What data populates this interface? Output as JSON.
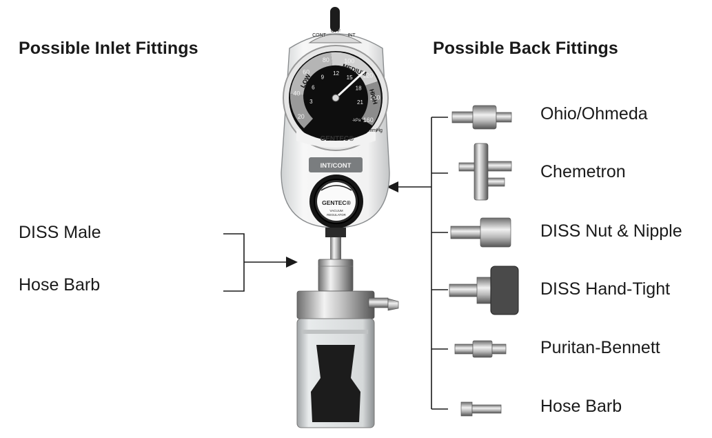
{
  "headings": {
    "inlet": "Possible Inlet Fittings",
    "back": "Possible Back Fittings"
  },
  "inlet_fittings": [
    "DISS Male",
    "Hose Barb"
  ],
  "back_fittings": [
    "Ohio/Ohmeda",
    "Chemetron",
    "DISS Nut & Nipple",
    "DISS Hand-Tight",
    "Puritan-Bennett",
    "Hose Barb"
  ],
  "device": {
    "mode_switch": {
      "left": "CONT",
      "center": "OFF",
      "right": "INT"
    },
    "gauge": {
      "outer_scale": [
        "20",
        "40",
        "60",
        "80",
        "100",
        "120",
        "140",
        "160"
      ],
      "inner_scale": [
        "3",
        "6",
        "9",
        "12",
        "15",
        "18",
        "21"
      ],
      "zones": [
        "LOW",
        "MEDIUM",
        "HIGH"
      ],
      "unit_outer": "-mmHg",
      "unit_inner": "-kPa",
      "brand": "GENTEC®"
    },
    "panel_label": "INT/CONT",
    "knob": {
      "brand": "GENTEC®",
      "caption_line1": "VACUUM",
      "caption_line2": "REGULATOR",
      "minus": "−",
      "plus": "+"
    }
  }
}
